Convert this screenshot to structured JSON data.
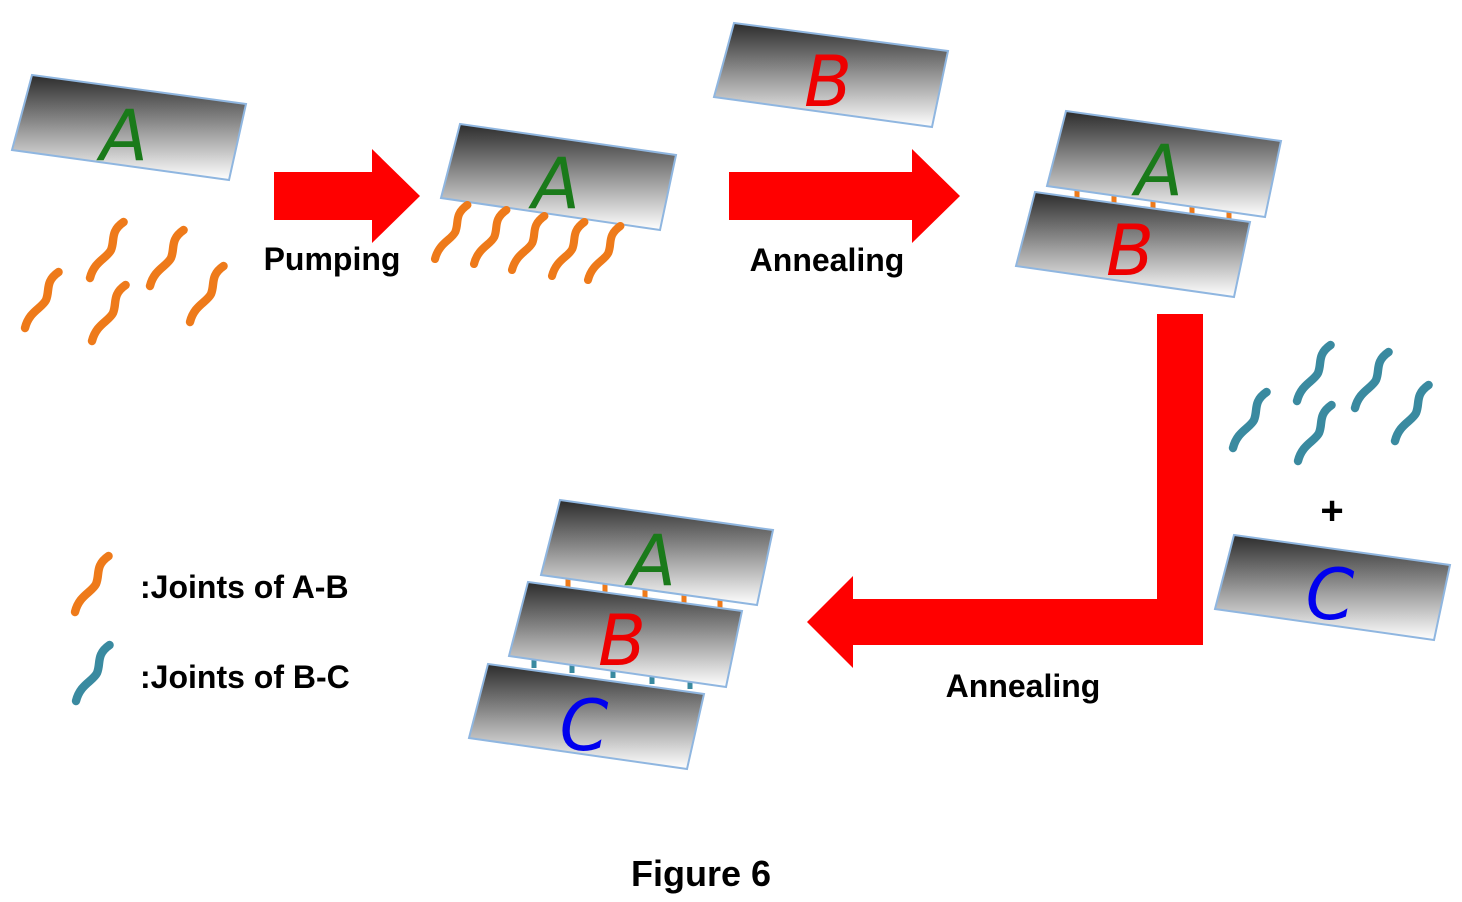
{
  "steps": {
    "pumping_label": "Pumping",
    "annealing_label_1": "Annealing",
    "annealing_label_2": "Annealing",
    "plus_sign": "+"
  },
  "plates": {
    "a_letter": "A",
    "b_letter": "B",
    "c_letter": "C"
  },
  "legend": {
    "ab_label": ":Joints of A-B",
    "bc_label": ":Joints of B-C"
  },
  "caption": "Figure 6",
  "colors": {
    "arrow": "#ff0000",
    "joint_ab": "#ee7a1a",
    "joint_bc": "#3a8aa0",
    "letter_a": "#1a7a1a",
    "letter_b": "#ee0000",
    "letter_c": "#0000ee"
  }
}
